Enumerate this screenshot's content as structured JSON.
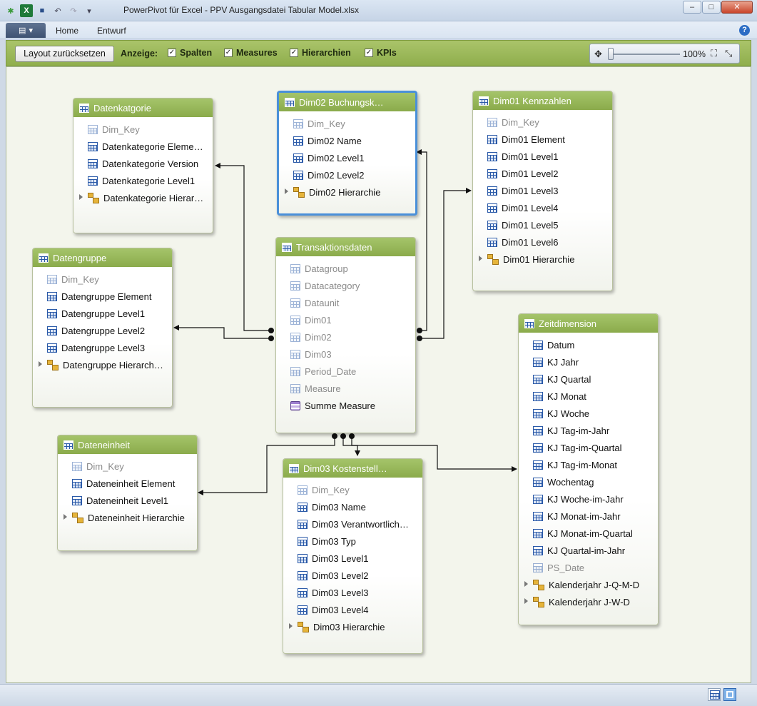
{
  "window": {
    "title": "PowerPivot für Excel - PPV Ausgangsdatei Tabular Model.xlsx",
    "controls": {
      "minimize": "–",
      "maximize": "□",
      "close": "✕"
    }
  },
  "ribbon": {
    "tabs": [
      "Home",
      "Entwurf"
    ],
    "help": "?"
  },
  "toolbar": {
    "reset_label": "Layout zurücksetzen",
    "show_label": "Anzeige:",
    "checkboxes": [
      {
        "label": "Spalten",
        "checked": true
      },
      {
        "label": "Measures",
        "checked": true
      },
      {
        "label": "Hierarchien",
        "checked": true
      },
      {
        "label": "KPIs",
        "checked": true
      }
    ],
    "zoom": "100%"
  },
  "tables": {
    "datenkatgorie": {
      "title": "Datenkatgorie",
      "rows": [
        {
          "label": "Dim_Key",
          "kind": "column",
          "hidden": true
        },
        {
          "label": "Datenkategorie Eleme…",
          "kind": "column",
          "hidden": false
        },
        {
          "label": "Datenkategorie Version",
          "kind": "column",
          "hidden": false
        },
        {
          "label": "Datenkategorie Level1",
          "kind": "column",
          "hidden": false
        },
        {
          "label": "Datenkategorie Hierar…",
          "kind": "hierarchy",
          "hidden": false
        }
      ]
    },
    "dim02": {
      "title": "Dim02 Buchungsk…",
      "selected": true,
      "rows": [
        {
          "label": "Dim_Key",
          "kind": "column",
          "hidden": true
        },
        {
          "label": "Dim02 Name",
          "kind": "column",
          "hidden": false
        },
        {
          "label": "Dim02 Level1",
          "kind": "column",
          "hidden": false
        },
        {
          "label": "Dim02 Level2",
          "kind": "column",
          "hidden": false
        },
        {
          "label": "Dim02 Hierarchie",
          "kind": "hierarchy",
          "hidden": false
        }
      ]
    },
    "dim01": {
      "title": "Dim01 Kennzahlen",
      "rows": [
        {
          "label": "Dim_Key",
          "kind": "column",
          "hidden": true
        },
        {
          "label": "Dim01 Element",
          "kind": "column",
          "hidden": false
        },
        {
          "label": "Dim01 Level1",
          "kind": "column",
          "hidden": false
        },
        {
          "label": "Dim01 Level2",
          "kind": "column",
          "hidden": false
        },
        {
          "label": "Dim01 Level3",
          "kind": "column",
          "hidden": false
        },
        {
          "label": "Dim01 Level4",
          "kind": "column",
          "hidden": false
        },
        {
          "label": "Dim01 Level5",
          "kind": "column",
          "hidden": false
        },
        {
          "label": "Dim01 Level6",
          "kind": "column",
          "hidden": false
        },
        {
          "label": "Dim01 Hierarchie",
          "kind": "hierarchy",
          "hidden": false
        }
      ]
    },
    "datengruppe": {
      "title": "Datengruppe",
      "rows": [
        {
          "label": "Dim_Key",
          "kind": "column",
          "hidden": true
        },
        {
          "label": "Datengruppe Element",
          "kind": "column",
          "hidden": false
        },
        {
          "label": "Datengruppe Level1",
          "kind": "column",
          "hidden": false
        },
        {
          "label": "Datengruppe Level2",
          "kind": "column",
          "hidden": false
        },
        {
          "label": "Datengruppe Level3",
          "kind": "column",
          "hidden": false
        },
        {
          "label": "Datengruppe Hierarch…",
          "kind": "hierarchy",
          "hidden": false
        }
      ]
    },
    "transaktionsdaten": {
      "title": "Transaktionsdaten",
      "rows": [
        {
          "label": "Datagroup",
          "kind": "column",
          "hidden": true
        },
        {
          "label": "Datacategory",
          "kind": "column",
          "hidden": true
        },
        {
          "label": "Dataunit",
          "kind": "column",
          "hidden": true
        },
        {
          "label": "Dim01",
          "kind": "column",
          "hidden": true
        },
        {
          "label": "Dim02",
          "kind": "column",
          "hidden": true
        },
        {
          "label": "Dim03",
          "kind": "column",
          "hidden": true
        },
        {
          "label": "Period_Date",
          "kind": "column",
          "hidden": true
        },
        {
          "label": "Measure",
          "kind": "column",
          "hidden": true
        },
        {
          "label": "Summe Measure",
          "kind": "measure",
          "hidden": false
        }
      ]
    },
    "zeitdimension": {
      "title": "Zeitdimension",
      "rows": [
        {
          "label": "Datum",
          "kind": "column",
          "hidden": false
        },
        {
          "label": "KJ Jahr",
          "kind": "column",
          "hidden": false
        },
        {
          "label": "KJ Quartal",
          "kind": "column",
          "hidden": false
        },
        {
          "label": "KJ Monat",
          "kind": "column",
          "hidden": false
        },
        {
          "label": "KJ Woche",
          "kind": "column",
          "hidden": false
        },
        {
          "label": "KJ Tag-im-Jahr",
          "kind": "column",
          "hidden": false
        },
        {
          "label": "KJ Tag-im-Quartal",
          "kind": "column",
          "hidden": false
        },
        {
          "label": "KJ Tag-im-Monat",
          "kind": "column",
          "hidden": false
        },
        {
          "label": "Wochentag",
          "kind": "column",
          "hidden": false
        },
        {
          "label": "KJ Woche-im-Jahr",
          "kind": "column",
          "hidden": false
        },
        {
          "label": "KJ Monat-im-Jahr",
          "kind": "column",
          "hidden": false
        },
        {
          "label": "KJ Monat-im-Quartal",
          "kind": "column",
          "hidden": false
        },
        {
          "label": "KJ Quartal-im-Jahr",
          "kind": "column",
          "hidden": false
        },
        {
          "label": "PS_Date",
          "kind": "column",
          "hidden": true
        },
        {
          "label": "Kalenderjahr J-Q-M-D",
          "kind": "hierarchy",
          "hidden": false
        },
        {
          "label": "Kalenderjahr J-W-D",
          "kind": "hierarchy",
          "hidden": false
        }
      ]
    },
    "dateneinheit": {
      "title": "Dateneinheit",
      "rows": [
        {
          "label": "Dim_Key",
          "kind": "column",
          "hidden": true
        },
        {
          "label": "Dateneinheit Element",
          "kind": "column",
          "hidden": false
        },
        {
          "label": "Dateneinheit Level1",
          "kind": "column",
          "hidden": false
        },
        {
          "label": "Dateneinheit Hierarchie",
          "kind": "hierarchy",
          "hidden": false
        }
      ]
    },
    "dim03": {
      "title": "Dim03 Kostenstell…",
      "rows": [
        {
          "label": "Dim_Key",
          "kind": "column",
          "hidden": true
        },
        {
          "label": "Dim03 Name",
          "kind": "column",
          "hidden": false
        },
        {
          "label": "Dim03 Verantwortlich…",
          "kind": "column",
          "hidden": false
        },
        {
          "label": "Dim03 Typ",
          "kind": "column",
          "hidden": false
        },
        {
          "label": "Dim03 Level1",
          "kind": "column",
          "hidden": false
        },
        {
          "label": "Dim03 Level2",
          "kind": "column",
          "hidden": false
        },
        {
          "label": "Dim03 Level3",
          "kind": "column",
          "hidden": false
        },
        {
          "label": "Dim03 Level4",
          "kind": "column",
          "hidden": false
        },
        {
          "label": "Dim03 Hierarchie",
          "kind": "hierarchy",
          "hidden": false
        }
      ]
    }
  },
  "colors": {
    "header_green": "#9bbb59",
    "selection_blue": "#4a90d9",
    "canvas_bg": "#f3f5ec"
  }
}
